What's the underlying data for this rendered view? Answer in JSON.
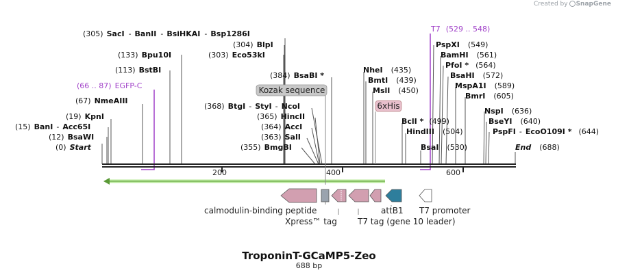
{
  "watermark": {
    "prefix": "Created by",
    "brand": "SnapGene"
  },
  "plasmid": {
    "name": "TroponinT-GCaMP5-Zeo",
    "length": "688 bp"
  },
  "ruler": {
    "labels": [
      "200",
      "400",
      "600"
    ]
  },
  "enzymes": [
    {
      "pos": "(0)",
      "names": [
        "Start"
      ],
      "italic": true
    },
    {
      "pos": "(12)",
      "names": [
        "BsaWI"
      ]
    },
    {
      "pos": "(15)",
      "names": [
        "BanI",
        "Acc65I"
      ]
    },
    {
      "pos": "(19)",
      "names": [
        "KpnI"
      ]
    },
    {
      "pos": "(67)",
      "names": [
        "NmeAIII"
      ]
    },
    {
      "pos": "(113)",
      "names": [
        "BstBI"
      ]
    },
    {
      "pos": "(133)",
      "names": [
        "Bpu10I"
      ]
    },
    {
      "pos": "(305)",
      "names": [
        "SacI",
        "BanII",
        "BsiHKAI",
        "Bsp1286I"
      ]
    },
    {
      "pos": "(304)",
      "names": [
        "BlpI"
      ]
    },
    {
      "pos": "(303)",
      "names": [
        "Eco53kI"
      ]
    },
    {
      "pos": "(384)",
      "names": [
        "BsaBI *"
      ]
    },
    {
      "pos": "(368)",
      "names": [
        "BtgI",
        "StyI",
        "NcoI"
      ]
    },
    {
      "pos": "(365)",
      "names": [
        "HincII"
      ]
    },
    {
      "pos": "(364)",
      "names": [
        "AccI"
      ]
    },
    {
      "pos": "(363)",
      "names": [
        "SalI"
      ]
    },
    {
      "pos": "(355)",
      "names": [
        "BmgBI"
      ]
    },
    {
      "pos": "(435)",
      "names": [
        "NheI"
      ]
    },
    {
      "pos": "(439)",
      "names": [
        "BmtI"
      ]
    },
    {
      "pos": "(450)",
      "names": [
        "MslI"
      ]
    },
    {
      "pos": "(499)",
      "names": [
        "BclI *"
      ]
    },
    {
      "pos": "(504)",
      "names": [
        "HindIII"
      ]
    },
    {
      "pos": "(530)",
      "names": [
        "BsaI"
      ]
    },
    {
      "pos": "(549)",
      "names": [
        "PspXI"
      ]
    },
    {
      "pos": "(561)",
      "names": [
        "BamHI"
      ]
    },
    {
      "pos": "(564)",
      "names": [
        "PfoI *"
      ]
    },
    {
      "pos": "(572)",
      "names": [
        "BsaHI"
      ]
    },
    {
      "pos": "(589)",
      "names": [
        "MspA1I"
      ]
    },
    {
      "pos": "(605)",
      "names": [
        "BmrI"
      ]
    },
    {
      "pos": "(636)",
      "names": [
        "NspI"
      ]
    },
    {
      "pos": "(640)",
      "names": [
        "BseYI"
      ]
    },
    {
      "pos": "(644)",
      "names": [
        "PspFI",
        "EcoO109I *"
      ]
    },
    {
      "pos": "(688)",
      "names": [
        "End"
      ],
      "italic": true
    }
  ],
  "primers": [
    {
      "name": "EGFP-C",
      "range": "(66 .. 87)"
    },
    {
      "name": "T7",
      "range": "(529 .. 548)"
    }
  ],
  "site_features": [
    {
      "name": "Kozak sequence",
      "color": "#c8c8c8"
    },
    {
      "name": "6xHis",
      "color": "#e8bfcc"
    }
  ],
  "features": [
    {
      "name": "calmodulin-binding peptide",
      "color": "#d29fb0"
    },
    {
      "name": "Xpress™ tag",
      "color": "#9aa3ae"
    },
    {
      "name": "T7 tag (gene 10 leader)",
      "color": "#d29fb0"
    },
    {
      "name": "attB1",
      "color": "#2e7e9c"
    },
    {
      "name": "T7 promoter",
      "color": "#ffffff"
    }
  ],
  "colors": {
    "primer": "#a040c8",
    "orf": "#8fd16a",
    "backbone": "#222222",
    "cds": "#d29fb0"
  }
}
